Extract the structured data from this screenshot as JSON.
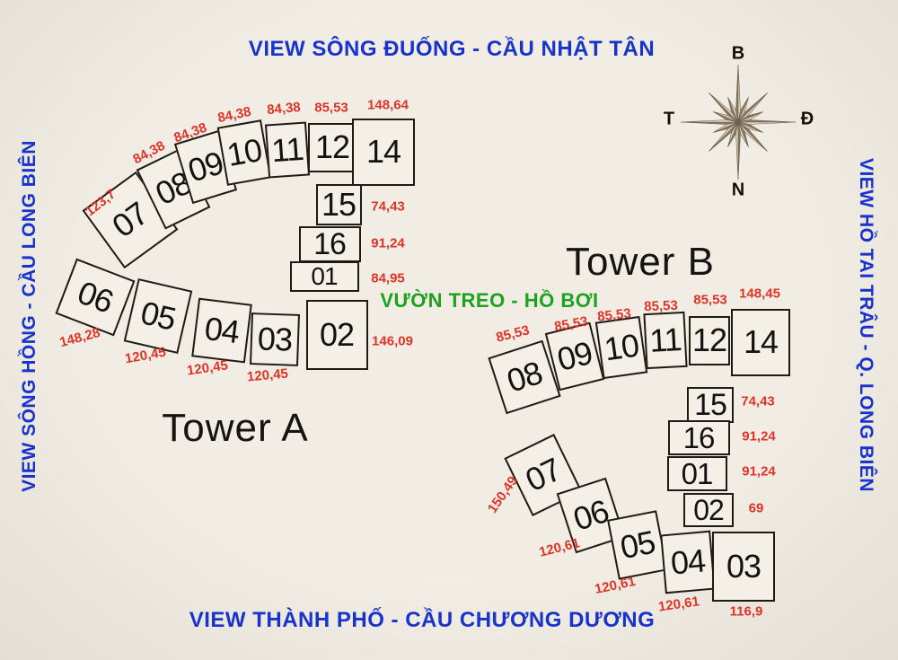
{
  "view_labels": {
    "top": "VIEW SÔNG ĐUỐNG - CẦU NHẬT TÂN",
    "bottom": "VIEW THÀNH PHỐ - CẦU CHƯƠNG DƯƠNG",
    "left": "VIEW SÔNG HỒNG - CẦU LONG BIÊN",
    "right": "VIEW HỒ TAI TRÂU - Q. LONG BIÊN",
    "center_garden": "VƯỜN TREO - HỒ BƠI"
  },
  "compass": {
    "north": "B",
    "east": "Đ",
    "south": "N",
    "west": "T"
  },
  "colors": {
    "view_label": "#1733CB",
    "garden_label": "#1DA21D",
    "area_label": "#DF3325",
    "unit_fill": "#F4F0E8",
    "outline": "#1E1A16",
    "compass_dark": "#8B7962",
    "compass_light": "#DCD4C4"
  },
  "towers": [
    {
      "key": "A",
      "name": "Tower A",
      "units": [
        {
          "no": "07",
          "area": "123,7"
        },
        {
          "no": "08",
          "area": "84,38"
        },
        {
          "no": "09",
          "area": "84,38"
        },
        {
          "no": "10",
          "area": "84,38"
        },
        {
          "no": "11",
          "area": "84,38"
        },
        {
          "no": "12",
          "area": "85,53"
        },
        {
          "no": "14",
          "area": "148,64"
        },
        {
          "no": "15",
          "area": "74,43"
        },
        {
          "no": "16",
          "area": "91,24"
        },
        {
          "no": "01",
          "area": "84,95"
        },
        {
          "no": "02",
          "area": "146,09"
        },
        {
          "no": "06",
          "area": "148,28"
        },
        {
          "no": "05",
          "area": "120,45"
        },
        {
          "no": "04",
          "area": "120,45"
        },
        {
          "no": "03",
          "area": "120,45"
        }
      ]
    },
    {
      "key": "B",
      "name": "Tower B",
      "units": [
        {
          "no": "08",
          "area": "85,53"
        },
        {
          "no": "09",
          "area": "85,53"
        },
        {
          "no": "10",
          "area": "85,53"
        },
        {
          "no": "11",
          "area": "85,53"
        },
        {
          "no": "12",
          "area": "85,53"
        },
        {
          "no": "14",
          "area": "148,45"
        },
        {
          "no": "15",
          "area": "74,43"
        },
        {
          "no": "16",
          "area": "91,24"
        },
        {
          "no": "01",
          "area": "91,24"
        },
        {
          "no": "02",
          "area": "69"
        },
        {
          "no": "07",
          "area": "150,49"
        },
        {
          "no": "06",
          "area": "120,61"
        },
        {
          "no": "05",
          "area": "120,61"
        },
        {
          "no": "04",
          "area": "120,61"
        },
        {
          "no": "03",
          "area": "116,9"
        }
      ]
    }
  ]
}
